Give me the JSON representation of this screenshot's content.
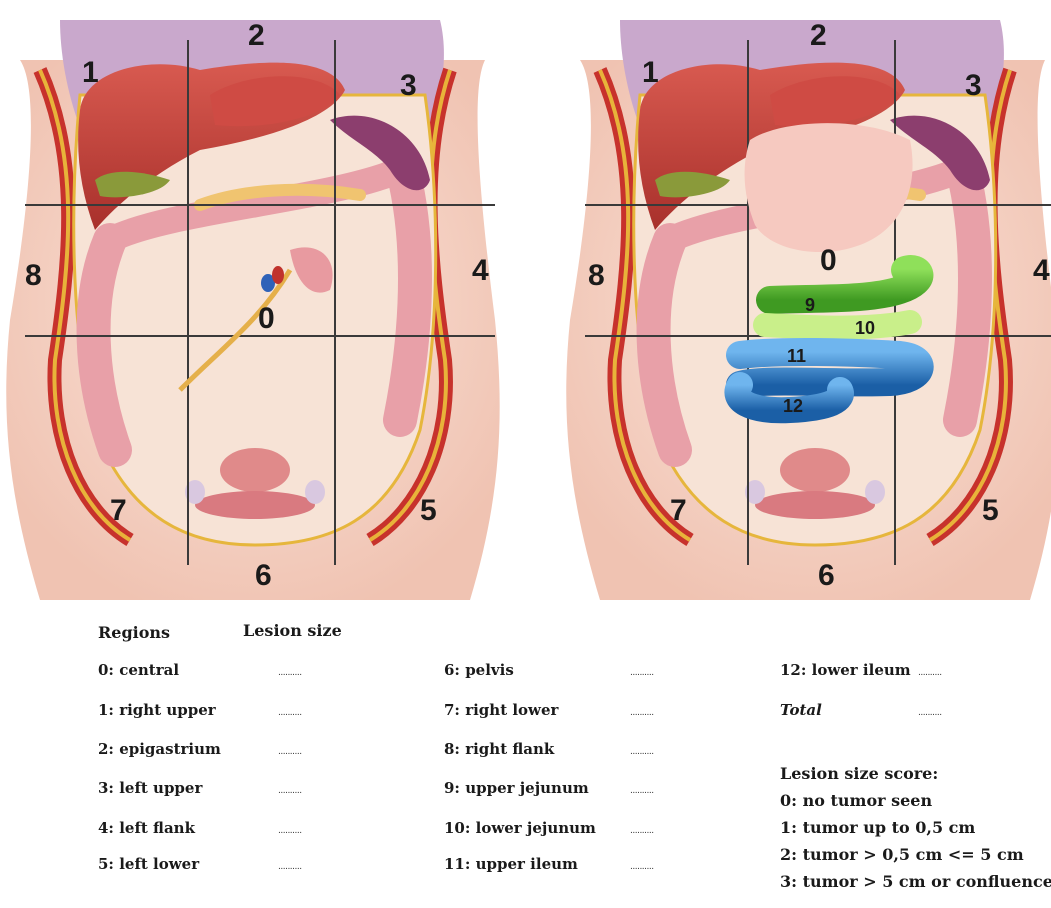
{
  "panels": [
    {
      "regions": [
        "1",
        "2",
        "3",
        "4",
        "5",
        "6",
        "7",
        "8",
        "0"
      ]
    },
    {
      "regions": [
        "1",
        "2",
        "3",
        "4",
        "5",
        "6",
        "7",
        "8",
        "0"
      ],
      "bowel": [
        "9",
        "10",
        "11",
        "12"
      ]
    }
  ],
  "table": {
    "header_regions": "Regions",
    "header_size": "Lesion size",
    "blank": "..........",
    "col1": [
      "0: central",
      "1: right upper",
      "2: epigastrium",
      "3: left upper",
      "4: left flank",
      "5: left lower"
    ],
    "col2": [
      "6: pelvis",
      "7: right lower",
      "8: right flank",
      "9: upper jejunum",
      "10: lower jejunum",
      "11: upper ileum"
    ],
    "col3": [
      "12: lower ileum",
      "Total"
    ]
  },
  "score": {
    "title": "Lesion size score:",
    "items": [
      "0: no tumor seen",
      "1: tumor up to 0,5 cm",
      "2: tumor > 0,5 cm <= 5 cm",
      "3: tumor > 5 cm or confluence"
    ]
  },
  "colors": {
    "liver": "#c9433c",
    "jejunum": "#6ec43c",
    "ileum": "#2e7fc4",
    "stomach": "#f6c9c0",
    "spleen": "#8c3e6e",
    "gallbladder": "#8a9a3a",
    "diaphragm": "#c4a7c9",
    "skin": "#f6d2c4"
  }
}
